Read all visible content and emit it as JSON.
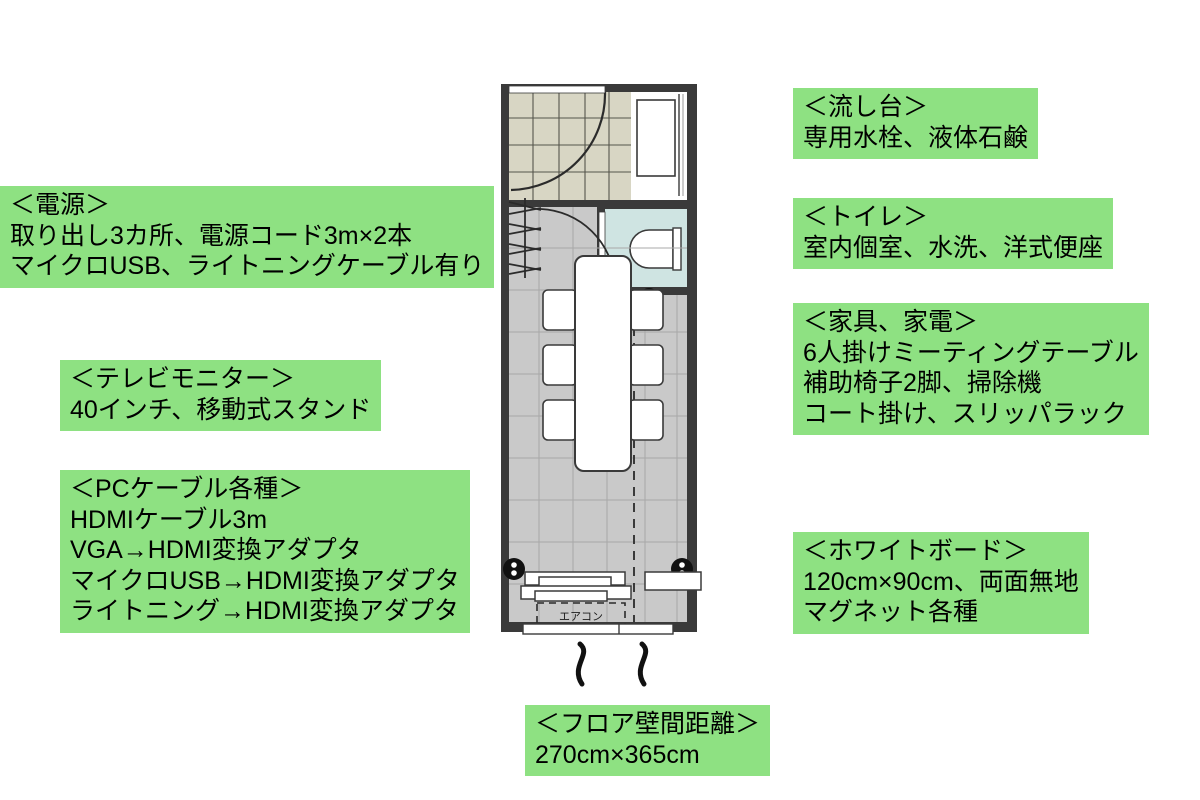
{
  "callouts": {
    "power": {
      "title": "＜電源＞",
      "line1": "取り出し3カ所、電源コード3m×2本",
      "line2": "マイクロUSB、ライトニングケーブル有り"
    },
    "tv": {
      "title": "＜テレビモニター＞",
      "line1": "40インチ、移動式スタンド"
    },
    "pc": {
      "title": "＜PCケーブル各種＞",
      "line1": "HDMIケーブル3m",
      "line2": "VGA→HDMI変換アダプタ",
      "line3": "マイクロUSB→HDMI変換アダプタ",
      "line4": "ライトニング→HDMI変換アダプタ"
    },
    "sink": {
      "title": "＜流し台＞",
      "line1": "専用水栓、液体石鹸"
    },
    "toilet": {
      "title": "＜トイレ＞",
      "line1": "室内個室、水洗、洋式便座"
    },
    "furniture": {
      "title": "＜家具、家電＞",
      "line1": "6人掛けミーティングテーブル",
      "line2": "補助椅子2脚、掃除機",
      "line3": "コート掛け、スリッパラック"
    },
    "whiteboard": {
      "title": "＜ホワイトボード＞",
      "line1": "120cm×90cm、両面無地",
      "line2": "マグネット各種"
    },
    "floor": {
      "title": "＜フロア壁間距離＞",
      "line1": "270cm×365cm"
    }
  },
  "plan": {
    "aircon_label": "エアコン",
    "colors": {
      "wall": "#3a3a3a",
      "entry_tile": "#d8d6c4",
      "room_tile": "#c9c9c9",
      "toilet_floor": "#cfe4e2",
      "furniture": "#ffffff",
      "callout_green": "#8ee182"
    },
    "rooms": [
      {
        "name": "entry-tiled-area"
      },
      {
        "name": "toilet-room"
      },
      {
        "name": "meeting-room"
      }
    ],
    "fixtures": [
      {
        "name": "sink-counter"
      },
      {
        "name": "toilet-bowl"
      },
      {
        "name": "meeting-table",
        "seats": 6
      },
      {
        "name": "whiteboard"
      },
      {
        "name": "tv-monitor-stand"
      },
      {
        "name": "air-conditioner"
      },
      {
        "name": "outlet-north"
      },
      {
        "name": "outlet-west"
      },
      {
        "name": "outlet-east"
      },
      {
        "name": "folding-door"
      },
      {
        "name": "entry-door"
      }
    ]
  }
}
